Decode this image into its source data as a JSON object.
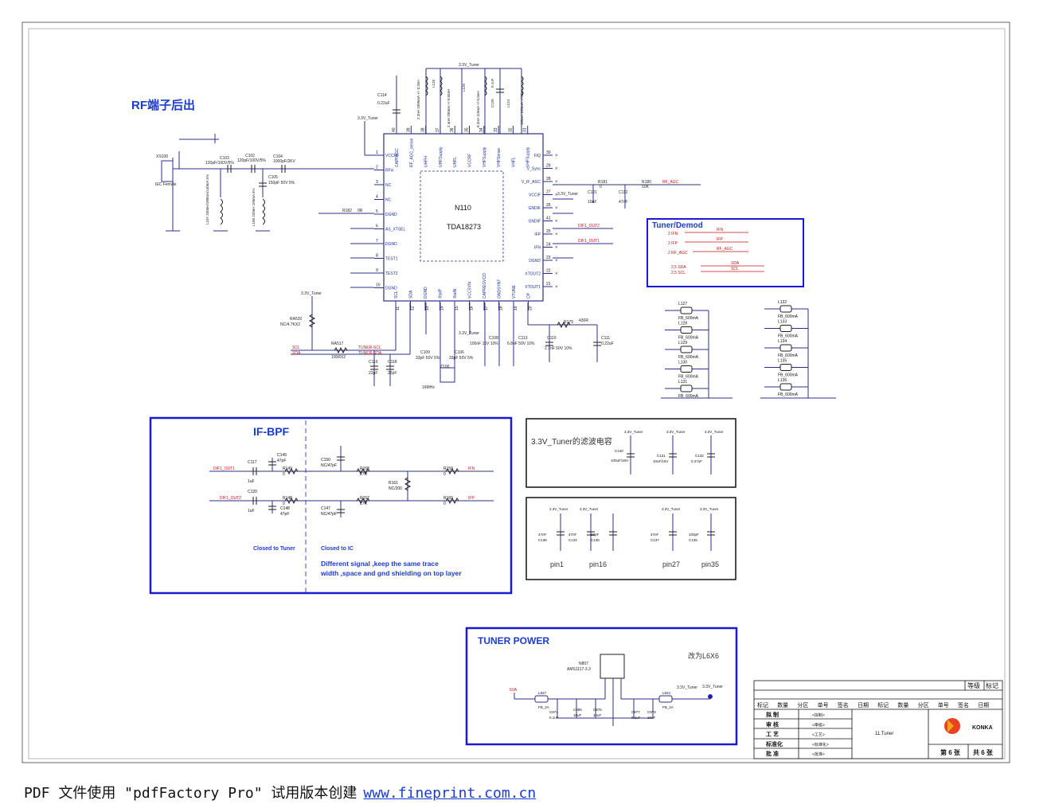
{
  "sheet": {
    "rf_title": "RF端子后出",
    "ic_name": "N110",
    "ic_part": "TDA18273",
    "supply_net": "3.3V_Tuner",
    "connector": {
      "ref": "XS100",
      "desc": "IEC Female"
    },
    "top_components": [
      {
        "ref": "C114",
        "val": "0.22uF"
      },
      {
        "ref": "L126",
        "val": "2.2nH 1000mA +/- 0.2nH"
      },
      {
        "ref": "L125",
        "val": "2.4nH 200mA +/-0.05nH"
      },
      {
        "ref": "L123",
        "val": "8.2nH 110mA +/-0.5nH"
      },
      {
        "ref": "C126",
        "val": "0.1uF"
      },
      {
        "ref": "L124",
        "val": "100nH 150mA +/-5%"
      }
    ],
    "input_components": [
      {
        "ref": "C103",
        "val": "120pF/100V/5%"
      },
      {
        "ref": "C102",
        "val": "120pF/100V/5%"
      },
      {
        "ref": "C104",
        "val": "1000pF/2KV"
      },
      {
        "ref": "C105",
        "val": "150pF 50V 5%"
      },
      {
        "ref": "L107",
        "val": "330nH/180mA/140mA 5%"
      },
      {
        "ref": "L108",
        "val": "220nH 100mA 5%"
      }
    ],
    "left_pins": [
      {
        "num": "1",
        "name": "VCCRF"
      },
      {
        "num": "2",
        "name": "RFin"
      },
      {
        "num": "3",
        "name": "NC"
      },
      {
        "num": "4",
        "name": "NC"
      },
      {
        "num": "5",
        "name": "DGND"
      },
      {
        "num": "6",
        "name": "AS_XTSEL"
      },
      {
        "num": "7",
        "name": "DGND"
      },
      {
        "num": "8",
        "name": "TEST1"
      },
      {
        "num": "9",
        "name": "TEST2"
      },
      {
        "num": "10",
        "name": "DGND"
      }
    ],
    "right_pins": [
      {
        "num": "30",
        "name": "FIQ"
      },
      {
        "num": "29",
        "name": "V_Sync"
      },
      {
        "num": "28",
        "name": "V_IF_AGC"
      },
      {
        "num": "27",
        "name": "VCCIF"
      },
      {
        "num": "26",
        "name": "GNDIF"
      },
      {
        "num": "41",
        "name": "GNDIF"
      },
      {
        "num": "25",
        "name": "IFP"
      },
      {
        "num": "24",
        "name": "IFN"
      },
      {
        "num": "23",
        "name": "DGND"
      },
      {
        "num": "22",
        "name": "XTOUT2"
      },
      {
        "num": "21",
        "name": "XTOUT1"
      }
    ],
    "top_pins": [
      {
        "num": "40",
        "name": "CAPFAGC"
      },
      {
        "num": "39",
        "name": "RF_AGC_sense"
      },
      {
        "num": "38",
        "name": "UHFH"
      },
      {
        "num": "37",
        "name": "UHFSupply"
      },
      {
        "num": "36",
        "name": "UHFL"
      },
      {
        "num": "35",
        "name": "VCCRF"
      },
      {
        "num": "34",
        "name": "VHFSupply"
      },
      {
        "num": "33",
        "name": "VHFSense"
      },
      {
        "num": "32",
        "name": "VHFL"
      },
      {
        "num": "31",
        "name": "VHFSupply"
      }
    ],
    "bottom_pins": [
      {
        "num": "11",
        "name": "SCL"
      },
      {
        "num": "12",
        "name": "SDA"
      },
      {
        "num": "13",
        "name": "DGND"
      },
      {
        "num": "14",
        "name": "XtalP"
      },
      {
        "num": "15",
        "name": "XtalN"
      },
      {
        "num": "16",
        "name": "VCCSYN"
      },
      {
        "num": "17",
        "name": "CAPREGVCO"
      },
      {
        "num": "18",
        "name": "GNDSYNT"
      },
      {
        "num": "19",
        "name": "VTUNE"
      },
      {
        "num": "20",
        "name": "CP"
      }
    ],
    "bottom_components": [
      {
        "ref": "RA520",
        "val": "NC/4.7KX2"
      },
      {
        "ref": "RA517",
        "val": "100RX2"
      },
      {
        "ref": "C119",
        "val": "22pF"
      },
      {
        "ref": "C118",
        "val": "22pF"
      },
      {
        "ref": "C109",
        "val": "33pF 50V 5%"
      },
      {
        "ref": "C106",
        "val": "33pF 50V 5%"
      },
      {
        "ref": "Z100",
        "val": "16MHz"
      },
      {
        "ref": "C108",
        "val": "100nF 16V 10%"
      },
      {
        "ref": "C113",
        "val": "6.8nF 50V 10%"
      },
      {
        "ref": "C110",
        "val": "2.7nF 50V 10%"
      },
      {
        "ref": "R179",
        "val": "430R"
      },
      {
        "ref": "C111",
        "val": "0.22uF"
      }
    ],
    "net_labels": {
      "scl": "SCL",
      "sda": "SDA",
      "tuner_scl": "TUNER-SCL",
      "tuner_sda": "TUNER-SDA",
      "dif_out2": "DIF1_OUT2",
      "dif_out1": "DIF1_OUT1",
      "rf_agc": "RF_AGC"
    },
    "right_components": [
      {
        "ref": "R182",
        "val": "0R"
      },
      {
        "ref": "R181",
        "val": "0"
      },
      {
        "ref": "R180",
        "val": "10K"
      },
      {
        "ref": "C121",
        "val": "10nF"
      },
      {
        "ref": "C112",
        "val": "47nF"
      }
    ],
    "demod_box": {
      "title": "Tuner/Demod",
      "rows": [
        "2 IFN",
        "2 IFP",
        "2 RF_AGC",
        "2,5 SDA",
        "2,5 SCL"
      ],
      "nets": [
        "IFN",
        "IFP",
        "RF_AGC",
        "SDA",
        "SCL"
      ]
    },
    "ferrites": {
      "value": "FB_600mA",
      "refs": [
        "L127",
        "L128",
        "L129",
        "L130",
        "L131",
        "L132",
        "L133",
        "L134",
        "L135",
        "L136"
      ]
    },
    "ifbpf": {
      "title": "IF-BPF",
      "components": [
        {
          "ref": "C117",
          "val": "1uF"
        },
        {
          "ref": "C149",
          "val": "47pF"
        },
        {
          "ref": "R149",
          "val": "0"
        },
        {
          "ref": "C150",
          "val": "NC/47pF"
        },
        {
          "ref": "R158",
          "val": "27R"
        },
        {
          "ref": "R161",
          "val": "NC/200"
        },
        {
          "ref": "R159",
          "val": "0"
        },
        {
          "ref": "C120",
          "val": "1uF"
        },
        {
          "ref": "C148",
          "val": "47pF"
        },
        {
          "ref": "R148",
          "val": "0"
        },
        {
          "ref": "C147",
          "val": "NC/47pF"
        },
        {
          "ref": "R157",
          "val": "27R"
        },
        {
          "ref": "R160",
          "val": "0"
        }
      ],
      "in1": "DIF1_OUT1",
      "in2": "DIF1_OUT2",
      "out1": "IFN",
      "out2": "IFP",
      "closed_tuner": "Closed to Tuner",
      "closed_ic": "Closed to IC",
      "note1": "Different signal ,keep the same trace",
      "note2": "width ,space  and gnd shielding on top layer"
    },
    "filter_box": {
      "title": "3.3V_Tuner的滤波电容",
      "caps": [
        {
          "ref": "C130",
          "val": "100uF/16V"
        },
        {
          "ref": "C131",
          "val": "10uF/16V"
        },
        {
          "ref": "C132",
          "val": "0.47uF"
        }
      ]
    },
    "decap_box": {
      "caps": [
        {
          "ref": "C136",
          "val": "47nF"
        },
        {
          "ref": "C134",
          "val": "47nF"
        },
        {
          "ref": "C138",
          "val": "10pF"
        },
        {
          "ref": "C137",
          "val": "47nF"
        },
        {
          "ref": "C135",
          "val": "100pF"
        }
      ],
      "pins": [
        "pin1",
        "pin16",
        "pin27",
        "pin35"
      ]
    },
    "power_box": {
      "title": "TUNER POWER",
      "reg_ref": "N807",
      "reg_part": "AMS1117-3.3",
      "input": "5VA",
      "note": "改为L6X6",
      "components": [
        {
          "ref": "L827",
          "val": "FB_2A"
        },
        {
          "ref": "C874",
          "val": "0.1uF"
        },
        {
          "ref": "C885",
          "val": "10uF"
        },
        {
          "ref": "C876",
          "val": "10uF"
        },
        {
          "ref": "C877",
          "val": "0.1uF"
        },
        {
          "ref": "C878",
          "val": "10uF"
        },
        {
          "ref": "L824",
          "val": "FB_2A"
        }
      ]
    },
    "title_block": {
      "grade": "等级",
      "mark": "标记",
      "headers": [
        "标记",
        "数量",
        "分区",
        "单号",
        "签名",
        "日期",
        "标记",
        "数量",
        "分区",
        "单号",
        "签名",
        "日期"
      ],
      "roles": [
        {
          "role": "拟 制",
          "sig": "<拟制>"
        },
        {
          "role": "审 核",
          "sig": "<审核>"
        },
        {
          "role": "工 艺",
          "sig": "<工艺>"
        },
        {
          "role": "标准化",
          "sig": "<标准化>"
        },
        {
          "role": "批 准",
          "sig": "<批准>"
        }
      ],
      "sheet_name": "11.Tuner",
      "company": "KONKA",
      "page": "第 6 张",
      "total": "共 6 张"
    }
  },
  "footer": {
    "prefix": "PDF 文件使用 \"pdfFactory Pro\" 试用版本创建",
    "link": "www.fineprint.com.cn"
  },
  "colors": {
    "wire": "#2b2f8a",
    "component": "#1f1f1f",
    "net_label": "#c81414",
    "title_blue": "#1c3bd1",
    "box_blue": "#1a1ad6",
    "pin_text": "#1d2f9e"
  }
}
